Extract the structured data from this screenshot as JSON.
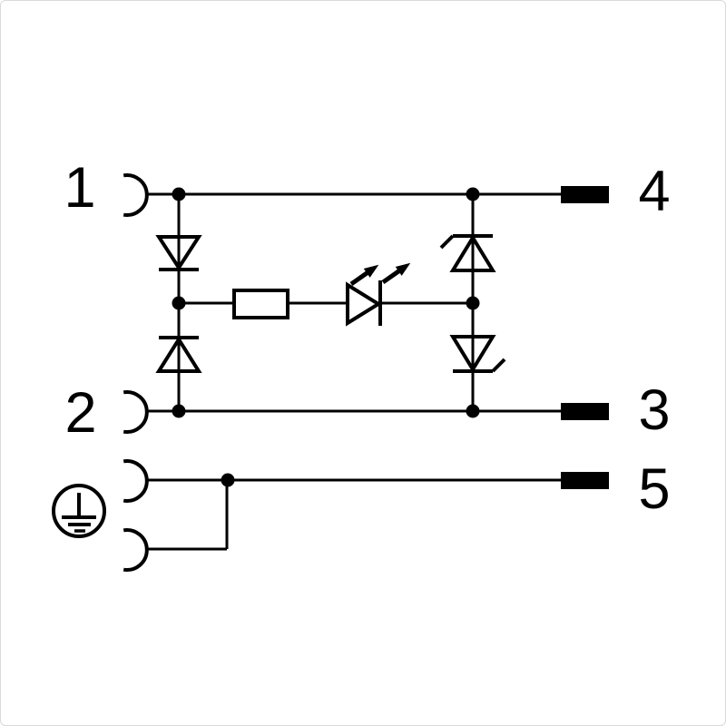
{
  "diagram": {
    "kind": "valve-connector-wiring-schematic",
    "background_color": "#ffffff",
    "line_color": "#000000",
    "pins": {
      "pin1": {
        "label": "1",
        "contact": "socket-contact"
      },
      "pin2": {
        "label": "2",
        "contact": "socket-contact"
      },
      "pin3": {
        "label": "3",
        "contact": "terminal-bar"
      },
      "pin4": {
        "label": "4",
        "contact": "terminal-bar"
      },
      "pin5": {
        "label": "5",
        "contact": "terminal-bar"
      },
      "pe": {
        "label": "",
        "contact": "protective-earth-symbol, two socket-contacts joined to pin 5"
      }
    },
    "components": [
      {
        "name": "diode-left-top",
        "type": "diode",
        "between": [
          "pin1-rail",
          "led-rail"
        ],
        "cathode": "toward-led-rail"
      },
      {
        "name": "diode-left-bottom",
        "type": "diode",
        "between": [
          "led-rail",
          "pin2-rail"
        ],
        "cathode": "toward-led-rail"
      },
      {
        "name": "zener-right-top",
        "type": "zener-diode",
        "between": [
          "pin1-rail",
          "led-rail"
        ],
        "cathode": "toward-pin1-rail"
      },
      {
        "name": "zener-right-bottom",
        "type": "zener-diode",
        "between": [
          "led-rail",
          "pin2-rail"
        ],
        "cathode": "toward-pin2-rail"
      },
      {
        "name": "resistor",
        "type": "resistor",
        "between": [
          "left-column",
          "led"
        ]
      },
      {
        "name": "led",
        "type": "led",
        "between": [
          "resistor",
          "right-column"
        ],
        "anode": "left"
      }
    ]
  }
}
